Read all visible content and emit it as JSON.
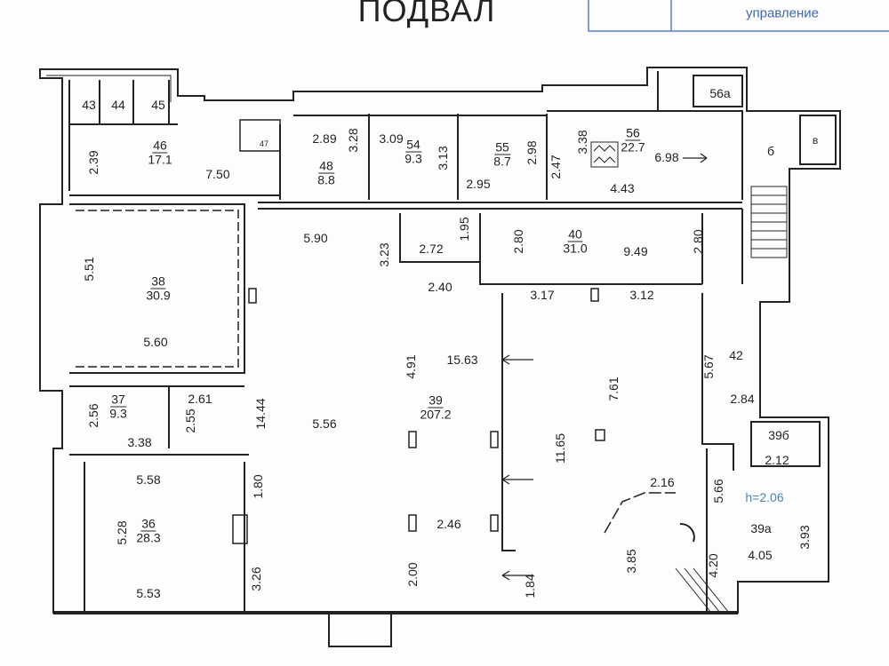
{
  "title": "ПОДВАЛ",
  "stamp": {
    "text": "управление"
  },
  "colors": {
    "wall": "#222222",
    "stamp": "#3f68b0",
    "height_note": "#4a86b0"
  },
  "rooms": {
    "r43": "43",
    "r44": "44",
    "r45": "45",
    "r47": "47",
    "r46": {
      "num": "46",
      "area": "17.1"
    },
    "r48": {
      "num": "48",
      "area": "8.8"
    },
    "r54": {
      "num": "54",
      "area": "9.3"
    },
    "r55": {
      "num": "55",
      "area": "8.7"
    },
    "r56": {
      "num": "56",
      "area": "22.7"
    },
    "r56a": "56а",
    "rb": "б",
    "rv": "в",
    "r40": {
      "num": "40",
      "area": "31.0"
    },
    "r38": {
      "num": "38",
      "area": "30.9"
    },
    "r39": {
      "num": "39",
      "area": "207.2"
    },
    "r42": "42",
    "r37": {
      "num": "37",
      "area": "9.3"
    },
    "r39b": "39б",
    "r39a": "39а",
    "r36": {
      "num": "36",
      "area": "28.3"
    }
  },
  "height_note": "h=2.06",
  "dims": {
    "d239": "2.39",
    "d750": "7.50",
    "d289": "2.89",
    "d328": "3.28",
    "d309": "3.09",
    "d313": "3.13",
    "d298": "2.98",
    "d295": "2.95",
    "d247": "2.47",
    "d338a": "3.38",
    "d698": "6.98",
    "d443": "4.43",
    "d590": "5.90",
    "d323": "3.23",
    "d272": "2.72",
    "d195": "1.95",
    "d240": "2.40",
    "d280a": "2.80",
    "d949": "9.49",
    "d280b": "2.80",
    "d551": "5.51",
    "d560": "5.60",
    "d317": "3.17",
    "d312": "3.12",
    "d491": "4.91",
    "d1563": "15.63",
    "d761": "7.61",
    "d1444": "14.44",
    "d556": "5.56",
    "d1165": "11.65",
    "d567": "5.67",
    "d284": "2.84",
    "d261": "2.61",
    "d256": "2.56",
    "d255": "2.55",
    "d338b": "3.38",
    "d212": "2.12",
    "d566": "5.66",
    "d393": "3.93",
    "d420": "4.20",
    "d405": "4.05",
    "d558": "5.58",
    "d180": "1.80",
    "d528": "5.28",
    "d553": "5.53",
    "d326": "3.26",
    "d216": "2.16",
    "d246": "2.46",
    "d385": "3.85",
    "d200": "2.00",
    "d184": "1.84"
  }
}
